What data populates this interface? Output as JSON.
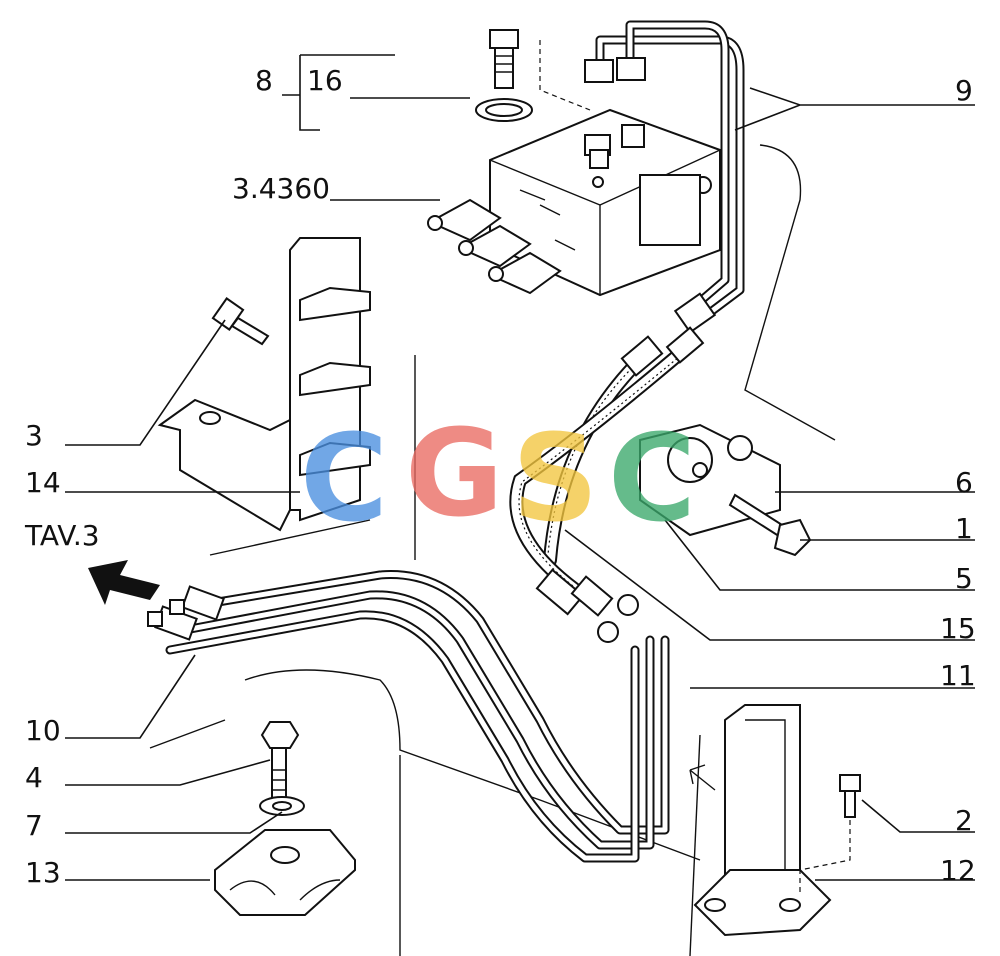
{
  "callouts": {
    "c8": "8",
    "c16": "16",
    "c9": "9",
    "c3_4360": "3.4360",
    "c3": "3",
    "c14": "14",
    "c6": "6",
    "c1": "1",
    "c5": "5",
    "c15": "15",
    "c11": "11",
    "c10": "10",
    "c4": "4",
    "c7": "7",
    "c13": "13",
    "c2": "2",
    "c12": "12"
  },
  "reference": "TAV.3",
  "watermark": {
    "letters": [
      "C",
      "G",
      "S",
      "C"
    ],
    "colors": [
      "#4a8fe0",
      "#ea6b62",
      "#f3c63f",
      "#3aa86b"
    ]
  },
  "colors": {
    "line": "#111111",
    "background": "#ffffff"
  }
}
